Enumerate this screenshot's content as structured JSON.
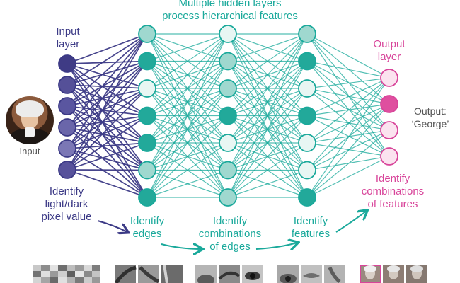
{
  "labels": {
    "hidden_title_1": "Multiple hidden layers",
    "hidden_title_2": "process hierarchical features",
    "input_layer_1": "Input",
    "input_layer_2": "layer",
    "output_layer_1": "Output",
    "output_layer_2": "layer",
    "output_result_1": "Output:",
    "output_result_2": "‘George’",
    "input_image": "Input",
    "identify_pixel_1": "Identify",
    "identify_pixel_2": "light/dark",
    "identify_pixel_3": "pixel value",
    "identify_edges_1": "Identify",
    "identify_edges_2": "edges",
    "identify_comb_edges_1": "Identify",
    "identify_comb_edges_2": "combinations",
    "identify_comb_edges_3": "of edges",
    "identify_features_1": "Identify",
    "identify_features_2": "features",
    "identify_comb_features_1": "Identify",
    "identify_comb_features_2": "combinations",
    "identify_comb_features_3": "of features"
  },
  "network": {
    "input_nodes": [
      "#3f3b85",
      "#555098",
      "#5a56a0",
      "#6a66aa",
      "#7b77b5",
      "#57529b"
    ],
    "hidden_layers": [
      [
        "#9fd8cf",
        "#22a99a",
        "#e8f6f3",
        "#22a99a",
        "#22a99a",
        "#9fd8cf",
        "#22a99a"
      ],
      [
        "#e8f6f3",
        "#9fd8cf",
        "#9fd8cf",
        "#22a99a",
        "#e8f6f3",
        "#9fd8cf",
        "#9fd8cf"
      ],
      [
        "#9fd8cf",
        "#22a99a",
        "#e8f6f3",
        "#22a99a",
        "#e8f6f3",
        "#e8f6f3",
        "#22a99a"
      ]
    ],
    "output_nodes": [
      "#fbe3ef",
      "#df4f9f",
      "#fbe3ef",
      "#fbe3ef"
    ],
    "colors": {
      "input": "#3c3a86",
      "hidden": "#1aa99b",
      "output": "#d8459a"
    }
  }
}
